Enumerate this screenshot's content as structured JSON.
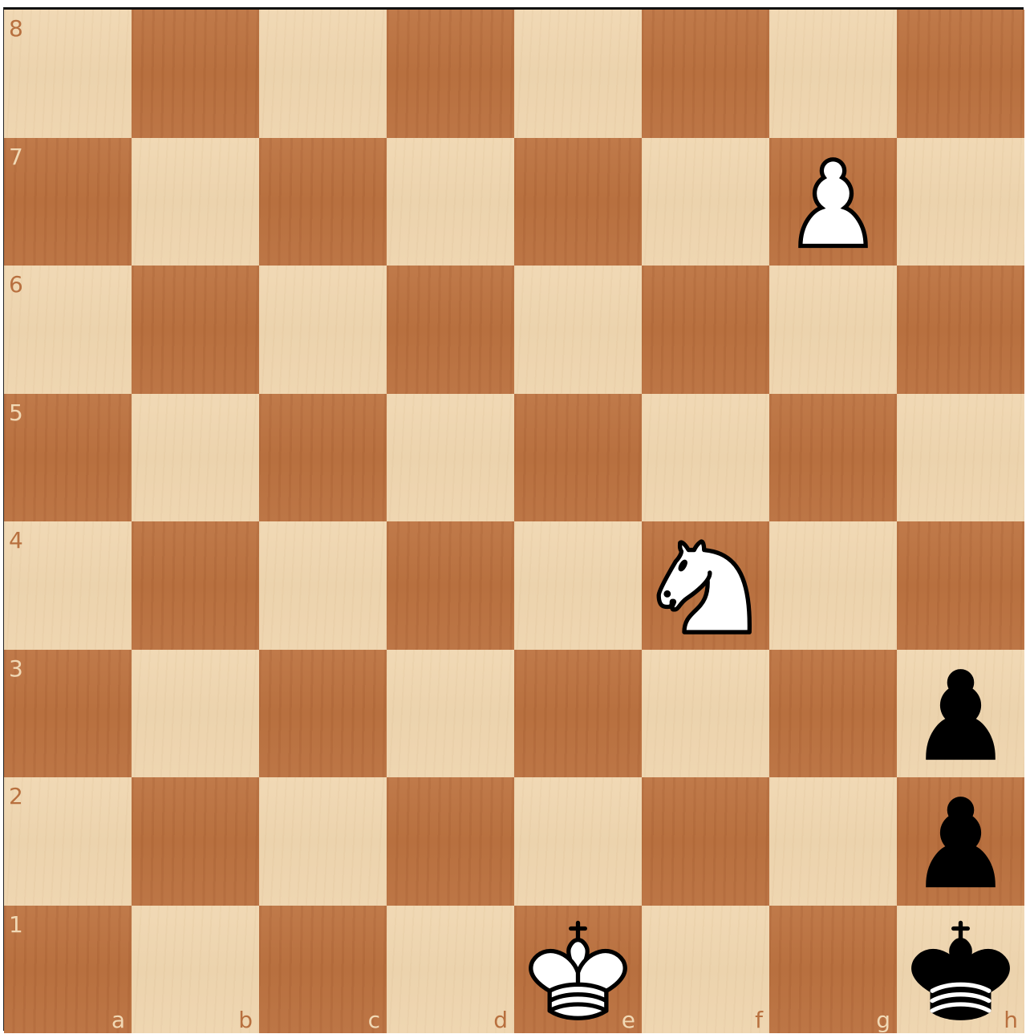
{
  "board": {
    "ranks": [
      "8",
      "7",
      "6",
      "5",
      "4",
      "3",
      "2",
      "1"
    ],
    "files": [
      "a",
      "b",
      "c",
      "d",
      "e",
      "f",
      "g",
      "h"
    ],
    "colors": {
      "light_square": "#f1d9b5",
      "dark_square": "#b8703f",
      "white_piece": "#ffffff",
      "black_piece": "#000000"
    },
    "pieces": [
      {
        "square": "g7",
        "color": "white",
        "type": "pawn"
      },
      {
        "square": "f4",
        "color": "white",
        "type": "knight"
      },
      {
        "square": "e1",
        "color": "white",
        "type": "king"
      },
      {
        "square": "h3",
        "color": "black",
        "type": "pawn"
      },
      {
        "square": "h2",
        "color": "black",
        "type": "pawn"
      },
      {
        "square": "h1",
        "color": "black",
        "type": "king"
      }
    ]
  }
}
